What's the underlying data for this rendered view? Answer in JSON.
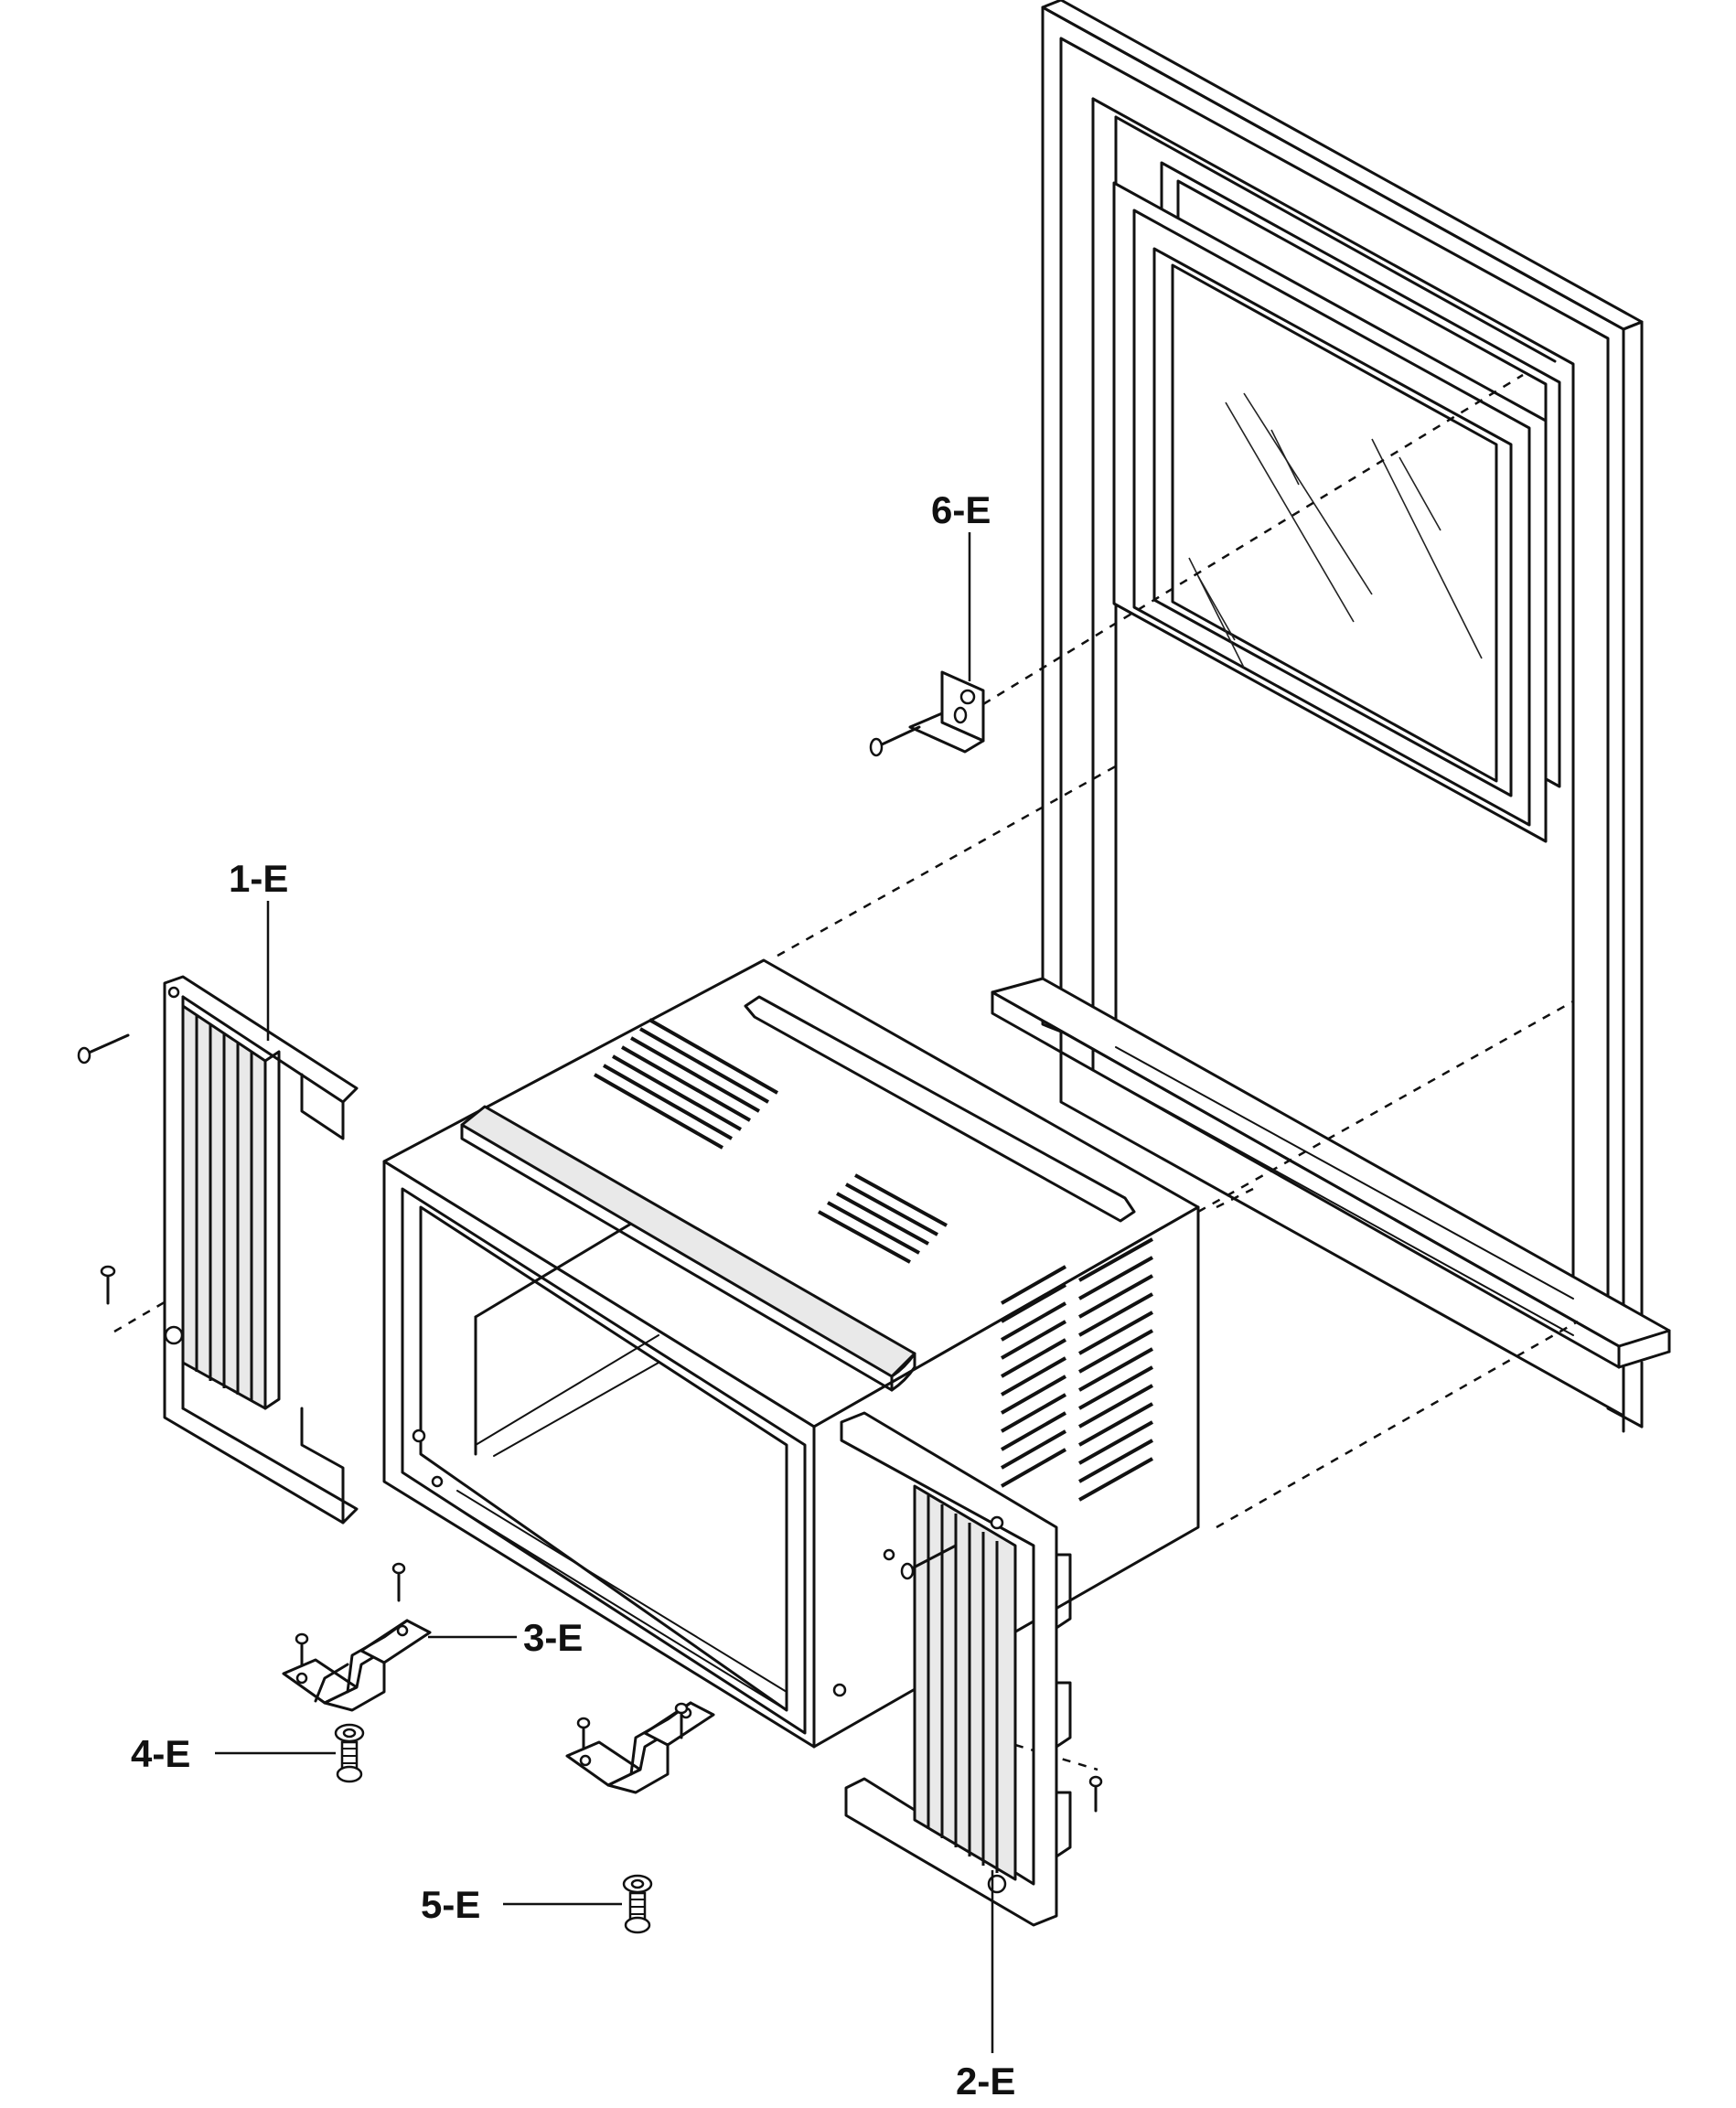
{
  "diagram": {
    "callouts": [
      {
        "id": "1-E",
        "label": "1-E"
      },
      {
        "id": "2-E",
        "label": "2-E"
      },
      {
        "id": "3-E",
        "label": "3-E"
      },
      {
        "id": "4-E",
        "label": "4-E"
      },
      {
        "id": "5-E",
        "label": "5-E"
      },
      {
        "id": "6-E",
        "label": "6-E"
      }
    ],
    "icons": [
      "window-frame-icon",
      "ac-cabinet-icon",
      "side-panel-icon",
      "support-bracket-icon",
      "screw-icon",
      "bolt-icon",
      "angle-bracket-icon"
    ],
    "ink_color": "#111111",
    "paper_color": "#ffffff"
  }
}
